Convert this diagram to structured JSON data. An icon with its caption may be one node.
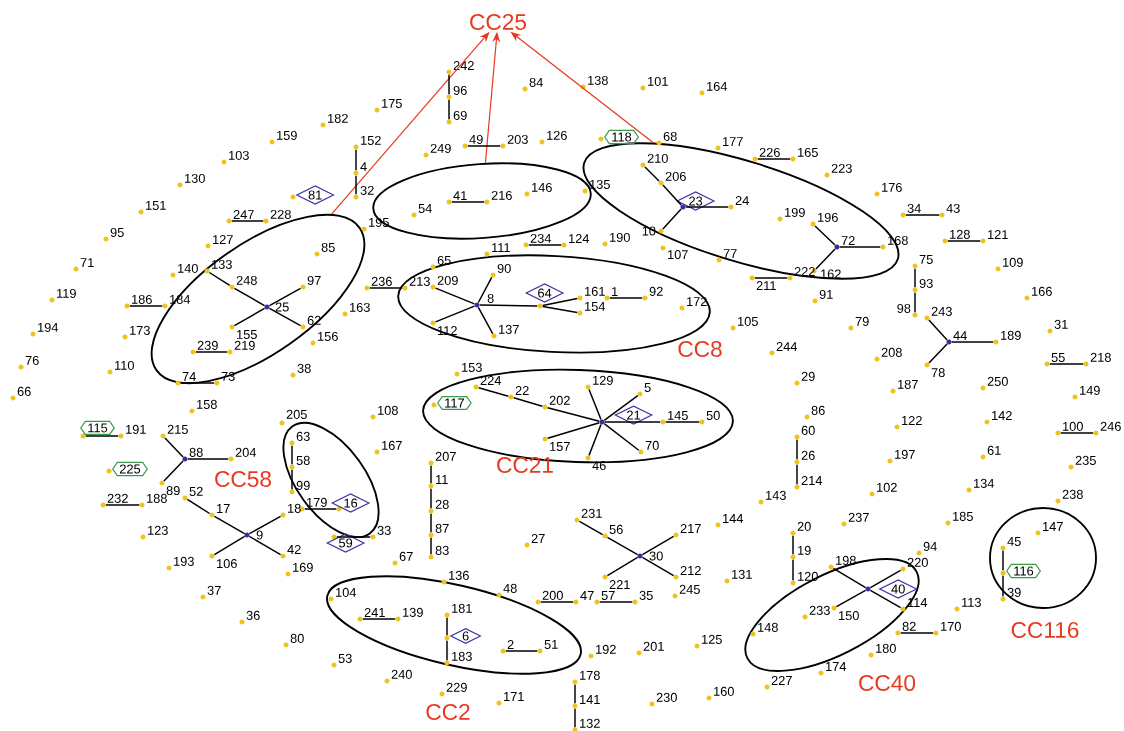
{
  "diagram": {
    "nodes": [
      {
        "text": [
          "CC25"
        ]
      },
      {
        "text": [],
        "shape": "ellipse"
      },
      {
        "text": [],
        "shape": "ellipse"
      },
      {
        "text": [],
        "shape": "ellipse"
      },
      {
        "text": [
          "CC8"
        ]
      },
      {
        "text": [
          "CC21"
        ]
      },
      {
        "text": [
          "CC58"
        ]
      },
      {
        "text": [
          "CC2"
        ]
      },
      {
        "text": [
          "CC40"
        ]
      },
      {
        "text": [
          "CC116"
        ]
      },
      {
        "text": [
          "242"
        ]
      },
      {
        "text": [
          "164"
        ]
      },
      {
        "text": [
          "138"
        ]
      },
      {
        "text": [
          "101"
        ]
      },
      {
        "text": [
          "84"
        ]
      },
      {
        "text": [
          "96"
        ]
      },
      {
        "text": [
          "175"
        ]
      },
      {
        "text": [
          "69"
        ]
      },
      {
        "text": [
          "182"
        ]
      },
      {
        "text": [
          "118"
        ]
      },
      {
        "text": [
          "126"
        ]
      },
      {
        "text": [
          "159"
        ]
      },
      {
        "text": [
          "68"
        ]
      },
      {
        "text": [
          "49"
        ]
      },
      {
        "text": [
          "203"
        ]
      },
      {
        "text": [
          "152"
        ]
      },
      {
        "text": [
          "177"
        ]
      },
      {
        "text": [
          "249"
        ]
      },
      {
        "text": [
          "226"
        ]
      },
      {
        "text": [
          "165"
        ]
      },
      {
        "text": [
          "103"
        ]
      },
      {
        "text": [
          "210"
        ],
        "in": 3
      },
      {
        "text": [
          "4"
        ]
      },
      {
        "text": [
          "223"
        ]
      },
      {
        "text": [
          "206"
        ],
        "in": 3
      },
      {
        "text": [
          "130"
        ]
      },
      {
        "text": [
          "135"
        ],
        "in": 2
      },
      {
        "text": [
          "146"
        ],
        "in": 2
      },
      {
        "text": [
          "176"
        ]
      },
      {
        "text": [
          "81"
        ]
      },
      {
        "text": [
          "32"
        ]
      },
      {
        "text": [
          "41"
        ],
        "in": 2
      },
      {
        "text": [
          "216"
        ],
        "in": 2
      },
      {
        "text": [
          "23"
        ],
        "in": 3
      },
      {
        "text": [
          "24"
        ],
        "in": 3
      },
      {
        "text": [
          "151"
        ]
      },
      {
        "text": [
          "54"
        ],
        "in": 2
      },
      {
        "text": [
          "34"
        ]
      },
      {
        "text": [
          "43"
        ]
      },
      {
        "text": [
          "199"
        ],
        "in": 3
      },
      {
        "text": [
          "247"
        ]
      },
      {
        "text": [
          "228"
        ]
      },
      {
        "text": [
          "196"
        ],
        "in": 3
      },
      {
        "text": [
          "195"
        ]
      },
      {
        "text": [
          "10"
        ],
        "in": 3
      },
      {
        "text": [
          "95"
        ]
      },
      {
        "text": [
          "128"
        ]
      },
      {
        "text": [
          "121"
        ]
      },
      {
        "text": [
          "234"
        ]
      },
      {
        "text": [
          "124"
        ]
      },
      {
        "text": [
          "190"
        ]
      },
      {
        "text": [
          "127"
        ]
      },
      {
        "text": [
          "72"
        ],
        "in": 3
      },
      {
        "text": [
          "168"
        ],
        "in": 3
      },
      {
        "text": [
          "107"
        ]
      },
      {
        "text": [
          "85"
        ],
        "in": 1
      },
      {
        "text": [
          "111"
        ]
      },
      {
        "text": [
          "77"
        ]
      },
      {
        "text": [
          "75"
        ]
      },
      {
        "text": [
          "65"
        ]
      },
      {
        "text": [
          "71"
        ]
      },
      {
        "text": [
          "109"
        ]
      },
      {
        "text": [
          "133"
        ],
        "in": 1
      },
      {
        "text": [
          "162"
        ],
        "in": 3
      },
      {
        "text": [
          "90"
        ],
        "in": 4
      },
      {
        "text": [
          "140"
        ]
      },
      {
        "text": [
          "211"
        ]
      },
      {
        "text": [
          "222"
        ]
      },
      {
        "text": [
          "97"
        ],
        "in": 1
      },
      {
        "text": [
          "248"
        ],
        "in": 1
      },
      {
        "text": [
          "236"
        ]
      },
      {
        "text": [
          "213"
        ],
        "in": 4
      },
      {
        "text": [
          "209"
        ],
        "in": 4
      },
      {
        "text": [
          "93"
        ]
      },
      {
        "text": [
          "1"
        ],
        "in": 4
      },
      {
        "text": [
          "92"
        ],
        "in": 4
      },
      {
        "text": [
          "161"
        ],
        "in": 4
      },
      {
        "text": [
          "166"
        ]
      },
      {
        "text": [
          "119"
        ]
      },
      {
        "text": [
          "91"
        ]
      },
      {
        "text": [
          "8"
        ],
        "in": 4
      },
      {
        "text": [
          "64"
        ],
        "in": 4
      },
      {
        "text": [
          "186"
        ]
      },
      {
        "text": [
          "184"
        ]
      },
      {
        "text": [
          "25"
        ],
        "in": 1
      },
      {
        "text": [
          "172"
        ],
        "in": 4
      },
      {
        "text": [
          "154"
        ],
        "in": 4
      },
      {
        "text": [
          "163"
        ]
      },
      {
        "text": [
          "98"
        ]
      },
      {
        "text": [
          "243"
        ]
      },
      {
        "text": [
          "112"
        ],
        "in": 4
      },
      {
        "text": [
          "155"
        ],
        "in": 1
      },
      {
        "text": [
          "62"
        ],
        "in": 1
      },
      {
        "text": [
          "105"
        ]
      },
      {
        "text": [
          "79"
        ]
      },
      {
        "text": [
          "31"
        ]
      },
      {
        "text": [
          "194"
        ]
      },
      {
        "text": [
          "137"
        ],
        "in": 4
      },
      {
        "text": [
          "173"
        ]
      },
      {
        "text": [
          "44"
        ]
      },
      {
        "text": [
          "189"
        ]
      },
      {
        "text": [
          "156"
        ]
      },
      {
        "text": [
          "239"
        ],
        "in": 1
      },
      {
        "text": [
          "219"
        ],
        "in": 1
      },
      {
        "text": [
          "244"
        ]
      },
      {
        "text": [
          "208"
        ]
      },
      {
        "text": [
          "55"
        ]
      },
      {
        "text": [
          "218"
        ]
      },
      {
        "text": [
          "78"
        ]
      },
      {
        "text": [
          "76"
        ]
      },
      {
        "text": [
          "110"
        ]
      },
      {
        "text": [
          "153"
        ]
      },
      {
        "text": [
          "38"
        ]
      },
      {
        "text": [
          "74"
        ]
      },
      {
        "text": [
          "73"
        ]
      },
      {
        "text": [
          "29"
        ]
      },
      {
        "text": [
          "224"
        ],
        "in": 5
      },
      {
        "text": [
          "129"
        ],
        "in": 5
      },
      {
        "text": [
          "250"
        ]
      },
      {
        "text": [
          "187"
        ]
      },
      {
        "text": [
          "5"
        ],
        "in": 5
      },
      {
        "text": [
          "22"
        ],
        "in": 5
      },
      {
        "text": [
          "149"
        ]
      },
      {
        "text": [
          "66"
        ]
      },
      {
        "text": [
          "117"
        ],
        "in": 5
      },
      {
        "text": [
          "202"
        ],
        "in": 5
      },
      {
        "text": [
          "158"
        ]
      },
      {
        "text": [
          "108"
        ]
      },
      {
        "text": [
          "86"
        ]
      },
      {
        "text": [
          "21"
        ],
        "in": 5
      },
      {
        "text": [
          "145"
        ],
        "in": 5
      },
      {
        "text": [
          "50"
        ],
        "in": 5
      },
      {
        "text": [
          "142"
        ]
      },
      {
        "text": [
          "205"
        ]
      },
      {
        "text": [
          "122"
        ]
      },
      {
        "text": [
          "115"
        ]
      },
      {
        "text": [
          "191"
        ]
      },
      {
        "text": [
          "215"
        ]
      },
      {
        "text": [
          "100"
        ]
      },
      {
        "text": [
          "246"
        ]
      },
      {
        "text": [
          "60"
        ]
      },
      {
        "text": [
          "157"
        ],
        "in": 5
      },
      {
        "text": [
          "63"
        ],
        "in": 6
      },
      {
        "text": [
          "167"
        ]
      },
      {
        "text": [
          "70"
        ],
        "in": 5
      },
      {
        "text": [
          "61"
        ]
      },
      {
        "text": [
          "46"
        ],
        "in": 5
      },
      {
        "text": [
          "88"
        ]
      },
      {
        "text": [
          "204"
        ]
      },
      {
        "text": [
          "197"
        ]
      },
      {
        "text": [
          "26"
        ]
      },
      {
        "text": [
          "207"
        ]
      },
      {
        "text": [
          "58"
        ],
        "in": 6
      },
      {
        "text": [
          "235"
        ]
      },
      {
        "text": [
          "225"
        ]
      },
      {
        "text": [
          "89"
        ]
      },
      {
        "text": [
          "11"
        ]
      },
      {
        "text": [
          "214"
        ]
      },
      {
        "text": [
          "134"
        ]
      },
      {
        "text": [
          "99"
        ]
      },
      {
        "text": [
          "102"
        ]
      },
      {
        "text": [
          "52"
        ]
      },
      {
        "text": [
          "238"
        ]
      },
      {
        "text": [
          "143"
        ]
      },
      {
        "text": [
          "232"
        ]
      },
      {
        "text": [
          "188"
        ]
      },
      {
        "text": [
          "179"
        ]
      },
      {
        "text": [
          "16"
        ],
        "in": 6
      },
      {
        "text": [
          "28"
        ]
      },
      {
        "text": [
          "17"
        ]
      },
      {
        "text": [
          "18"
        ]
      },
      {
        "text": [
          "231"
        ]
      },
      {
        "text": [
          "185"
        ]
      },
      {
        "text": [
          "237"
        ]
      },
      {
        "text": [
          "144"
        ]
      },
      {
        "text": [
          "147"
        ],
        "in": 9
      },
      {
        "text": [
          "20"
        ]
      },
      {
        "text": [
          "9"
        ]
      },
      {
        "text": [
          "87"
        ]
      },
      {
        "text": [
          "56"
        ]
      },
      {
        "text": [
          "217"
        ]
      },
      {
        "text": [
          "123"
        ]
      },
      {
        "text": [
          "59"
        ]
      },
      {
        "text": [
          "33"
        ]
      },
      {
        "text": [
          "27"
        ]
      },
      {
        "text": [
          "45"
        ],
        "in": 9
      },
      {
        "text": [
          "94"
        ]
      },
      {
        "text": [
          "30"
        ]
      },
      {
        "text": [
          "106"
        ]
      },
      {
        "text": [
          "42"
        ]
      },
      {
        "text": [
          "19"
        ]
      },
      {
        "text": [
          "83"
        ]
      },
      {
        "text": [
          "67"
        ]
      },
      {
        "text": [
          "198"
        ]
      },
      {
        "text": [
          "193"
        ]
      },
      {
        "text": [
          "220"
        ],
        "in": 8
      },
      {
        "text": [
          "116"
        ],
        "in": 9
      },
      {
        "text": [
          "169"
        ]
      },
      {
        "text": [
          "212"
        ]
      },
      {
        "text": [
          "221"
        ]
      },
      {
        "text": [
          "131"
        ]
      },
      {
        "text": [
          "136"
        ]
      },
      {
        "text": [
          "120"
        ]
      },
      {
        "text": [
          "40"
        ],
        "in": 8
      },
      {
        "text": [
          "48"
        ]
      },
      {
        "text": [
          "245"
        ]
      },
      {
        "text": [
          "37"
        ]
      },
      {
        "text": [
          "104"
        ],
        "in": 7
      },
      {
        "text": [
          "39"
        ]
      },
      {
        "text": [
          "200"
        ]
      },
      {
        "text": [
          "47"
        ]
      },
      {
        "text": [
          "57"
        ]
      },
      {
        "text": [
          "35"
        ]
      },
      {
        "text": [
          "150"
        ],
        "in": 8
      },
      {
        "text": [
          "114"
        ],
        "in": 8
      },
      {
        "text": [
          "113"
        ]
      },
      {
        "text": [
          "181"
        ],
        "in": 7
      },
      {
        "text": [
          "233"
        ],
        "in": 8
      },
      {
        "text": [
          "241"
        ],
        "in": 7
      },
      {
        "text": [
          "139"
        ],
        "in": 7
      },
      {
        "text": [
          "36"
        ]
      },
      {
        "text": [
          "148"
        ],
        "in": 8
      },
      {
        "text": [
          "82"
        ]
      },
      {
        "text": [
          "170"
        ]
      },
      {
        "text": [
          "6"
        ],
        "in": 7
      },
      {
        "text": [
          "80"
        ]
      },
      {
        "text": [
          "125"
        ]
      },
      {
        "text": [
          "2"
        ],
        "in": 7
      },
      {
        "text": [
          "51"
        ],
        "in": 7
      },
      {
        "text": [
          "201"
        ]
      },
      {
        "text": [
          "192"
        ]
      },
      {
        "text": [
          "180"
        ]
      },
      {
        "text": [
          "183"
        ],
        "in": 7
      },
      {
        "text": [
          "53"
        ]
      },
      {
        "text": [
          "174"
        ]
      },
      {
        "text": [
          "240"
        ]
      },
      {
        "text": [
          "178"
        ]
      },
      {
        "text": [
          "227"
        ]
      },
      {
        "text": [
          "229"
        ]
      },
      {
        "text": [
          "160"
        ]
      },
      {
        "text": [
          "171"
        ]
      },
      {
        "text": [
          "230"
        ]
      },
      {
        "text": [
          "141"
        ]
      },
      {
        "text": [
          "132"
        ]
      }
    ],
    "edges": [
      {
        "from": 1,
        "to": 0,
        "arrow": "to",
        "color": "#e8391e"
      },
      {
        "from": 2,
        "to": 0,
        "arrow": "to",
        "color": "#e8391e"
      },
      {
        "from": 3,
        "to": 0,
        "arrow": "to",
        "color": "#e8391e"
      },
      {
        "from": 10,
        "to": 15,
        "arrow": "none"
      },
      {
        "from": 15,
        "to": 17,
        "arrow": "none"
      },
      {
        "from": 25,
        "to": 32,
        "arrow": "none"
      },
      {
        "from": 32,
        "to": 40,
        "arrow": "none"
      },
      {
        "from": 23,
        "to": 24,
        "arrow": "none"
      },
      {
        "from": 28,
        "to": 29,
        "arrow": "none"
      },
      {
        "from": 31,
        "to": 34,
        "arrow": "none"
      },
      {
        "from": 34,
        "to": 43,
        "arrow": "none"
      },
      {
        "from": 43,
        "to": 44,
        "arrow": "none"
      },
      {
        "from": 43,
        "to": 54,
        "arrow": "none"
      },
      {
        "from": 41,
        "to": 42,
        "arrow": "none"
      },
      {
        "from": 47,
        "to": 48,
        "arrow": "none"
      },
      {
        "from": 50,
        "to": 51,
        "arrow": "none"
      },
      {
        "from": 52,
        "to": 62,
        "arrow": "none"
      },
      {
        "from": 62,
        "to": 63,
        "arrow": "none"
      },
      {
        "from": 62,
        "to": 73,
        "arrow": "none"
      },
      {
        "from": 56,
        "to": 57,
        "arrow": "none"
      },
      {
        "from": 58,
        "to": 59,
        "arrow": "none"
      },
      {
        "from": 76,
        "to": 77,
        "arrow": "none"
      },
      {
        "from": 72,
        "to": 79,
        "arrow": "none"
      },
      {
        "from": 79,
        "to": 94,
        "arrow": "none"
      },
      {
        "from": 94,
        "to": 102,
        "arrow": "none"
      },
      {
        "from": 94,
        "to": 78,
        "arrow": "none"
      },
      {
        "from": 94,
        "to": 101,
        "arrow": "none"
      },
      {
        "from": 80,
        "to": 81,
        "arrow": "none"
      },
      {
        "from": 82,
        "to": 90,
        "arrow": "none"
      },
      {
        "from": 90,
        "to": 74,
        "arrow": "none"
      },
      {
        "from": 90,
        "to": 100,
        "arrow": "none"
      },
      {
        "from": 90,
        "to": 107,
        "arrow": "none"
      },
      {
        "from": 90,
        "to": 91,
        "arrow": "none"
      },
      {
        "from": 91,
        "to": 86,
        "arrow": "none"
      },
      {
        "from": 91,
        "to": 96,
        "arrow": "none"
      },
      {
        "from": 84,
        "to": 85,
        "arrow": "none"
      },
      {
        "from": 68,
        "to": 83,
        "arrow": "none"
      },
      {
        "from": 83,
        "to": 98,
        "arrow": "none"
      },
      {
        "from": 99,
        "to": 109,
        "arrow": "none"
      },
      {
        "from": 109,
        "to": 110,
        "arrow": "none"
      },
      {
        "from": 109,
        "to": 118,
        "arrow": "none"
      },
      {
        "from": 92,
        "to": 93,
        "arrow": "none"
      },
      {
        "from": 112,
        "to": 113,
        "arrow": "none"
      },
      {
        "from": 116,
        "to": 117,
        "arrow": "none"
      },
      {
        "from": 123,
        "to": 124,
        "arrow": "none"
      },
      {
        "from": 126,
        "to": 131,
        "arrow": "none"
      },
      {
        "from": 131,
        "to": 135,
        "arrow": "none"
      },
      {
        "from": 135,
        "to": 139,
        "arrow": "none"
      },
      {
        "from": 139,
        "to": 127,
        "arrow": "none"
      },
      {
        "from": 139,
        "to": 130,
        "arrow": "none"
      },
      {
        "from": 139,
        "to": 140,
        "arrow": "none"
      },
      {
        "from": 140,
        "to": 141,
        "arrow": "none"
      },
      {
        "from": 139,
        "to": 151,
        "arrow": "none"
      },
      {
        "from": 139,
        "to": 156,
        "arrow": "none"
      },
      {
        "from": 139,
        "to": 154,
        "arrow": "none"
      },
      {
        "from": 145,
        "to": 146,
        "arrow": "none"
      },
      {
        "from": 147,
        "to": 157,
        "arrow": "none"
      },
      {
        "from": 157,
        "to": 158,
        "arrow": "none"
      },
      {
        "from": 157,
        "to": 165,
        "arrow": "none"
      },
      {
        "from": 148,
        "to": 149,
        "arrow": "none"
      },
      {
        "from": 150,
        "to": 160,
        "arrow": "none"
      },
      {
        "from": 160,
        "to": 167,
        "arrow": "none"
      },
      {
        "from": 152,
        "to": 162,
        "arrow": "none"
      },
      {
        "from": 162,
        "to": 169,
        "arrow": "none"
      },
      {
        "from": 161,
        "to": 166,
        "arrow": "none"
      },
      {
        "from": 166,
        "to": 178,
        "arrow": "none"
      },
      {
        "from": 178,
        "to": 188,
        "arrow": "none"
      },
      {
        "from": 188,
        "to": 201,
        "arrow": "none"
      },
      {
        "from": 174,
        "to": 175,
        "arrow": "none"
      },
      {
        "from": 176,
        "to": 177,
        "arrow": "none"
      },
      {
        "from": 171,
        "to": 179,
        "arrow": "none"
      },
      {
        "from": 179,
        "to": 187,
        "arrow": "none"
      },
      {
        "from": 187,
        "to": 199,
        "arrow": "none"
      },
      {
        "from": 187,
        "to": 198,
        "arrow": "none"
      },
      {
        "from": 187,
        "to": 180,
        "arrow": "none"
      },
      {
        "from": 181,
        "to": 189,
        "arrow": "none"
      },
      {
        "from": 189,
        "to": 197,
        "arrow": "none"
      },
      {
        "from": 197,
        "to": 208,
        "arrow": "none"
      },
      {
        "from": 197,
        "to": 190,
        "arrow": "none"
      },
      {
        "from": 197,
        "to": 209,
        "arrow": "none"
      },
      {
        "from": 186,
        "to": 200,
        "arrow": "none"
      },
      {
        "from": 200,
        "to": 212,
        "arrow": "none"
      },
      {
        "from": 195,
        "to": 206,
        "arrow": "none"
      },
      {
        "from": 206,
        "to": 218,
        "arrow": "none"
      },
      {
        "from": 192,
        "to": 193,
        "arrow": "none"
      },
      {
        "from": 203,
        "to": 213,
        "arrow": "none"
      },
      {
        "from": 213,
        "to": 224,
        "arrow": "none"
      },
      {
        "from": 213,
        "to": 205,
        "arrow": "none"
      },
      {
        "from": 213,
        "to": 223,
        "arrow": "none"
      },
      {
        "from": 219,
        "to": 220,
        "arrow": "none"
      },
      {
        "from": 221,
        "to": 222,
        "arrow": "none"
      },
      {
        "from": 226,
        "to": 234,
        "arrow": "none"
      },
      {
        "from": 234,
        "to": 242,
        "arrow": "none"
      },
      {
        "from": 228,
        "to": 229,
        "arrow": "none"
      },
      {
        "from": 237,
        "to": 238,
        "arrow": "none"
      },
      {
        "from": 232,
        "to": 233,
        "arrow": "none"
      },
      {
        "from": 246,
        "to": 252,
        "arrow": "none"
      },
      {
        "from": 252,
        "to": 253,
        "arrow": "none"
      }
    ]
  }
}
